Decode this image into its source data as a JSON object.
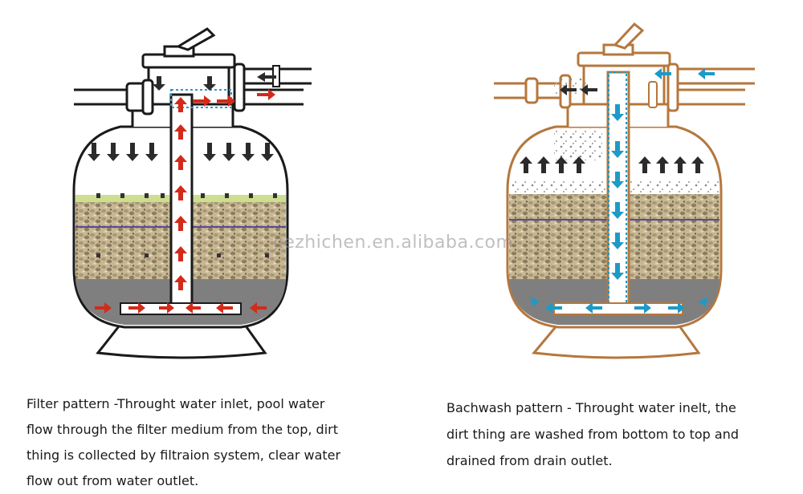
{
  "colors": {
    "filter_outline": "#1a1a1a",
    "backwash_outline": "#b5773d",
    "filter_arrow": "#d42a1a",
    "backwash_arrow": "#1d9ac8",
    "down_arrow": "#2b2b2b",
    "sand_light": "#cdbf9a",
    "sand_dark": "#8d7f62",
    "gravel": "#7c7c7c",
    "green_top": "#cddf8e",
    "purple_line": "#5a4a9a"
  },
  "watermark": "jiezhichen.en.alibaba.com",
  "captions": {
    "filter": [
      "Filter pattern -Throught water inlet, pool water",
      "flow through the filter medium from the top, dirt",
      "thing is collected by filtraion system, clear water",
      "flow out from water outlet."
    ],
    "backwash": [
      "Bachwash pattern -  Throught water inelt, the",
      "dirt thing are washed from bottom to top and",
      "drained from drain outlet."
    ]
  }
}
